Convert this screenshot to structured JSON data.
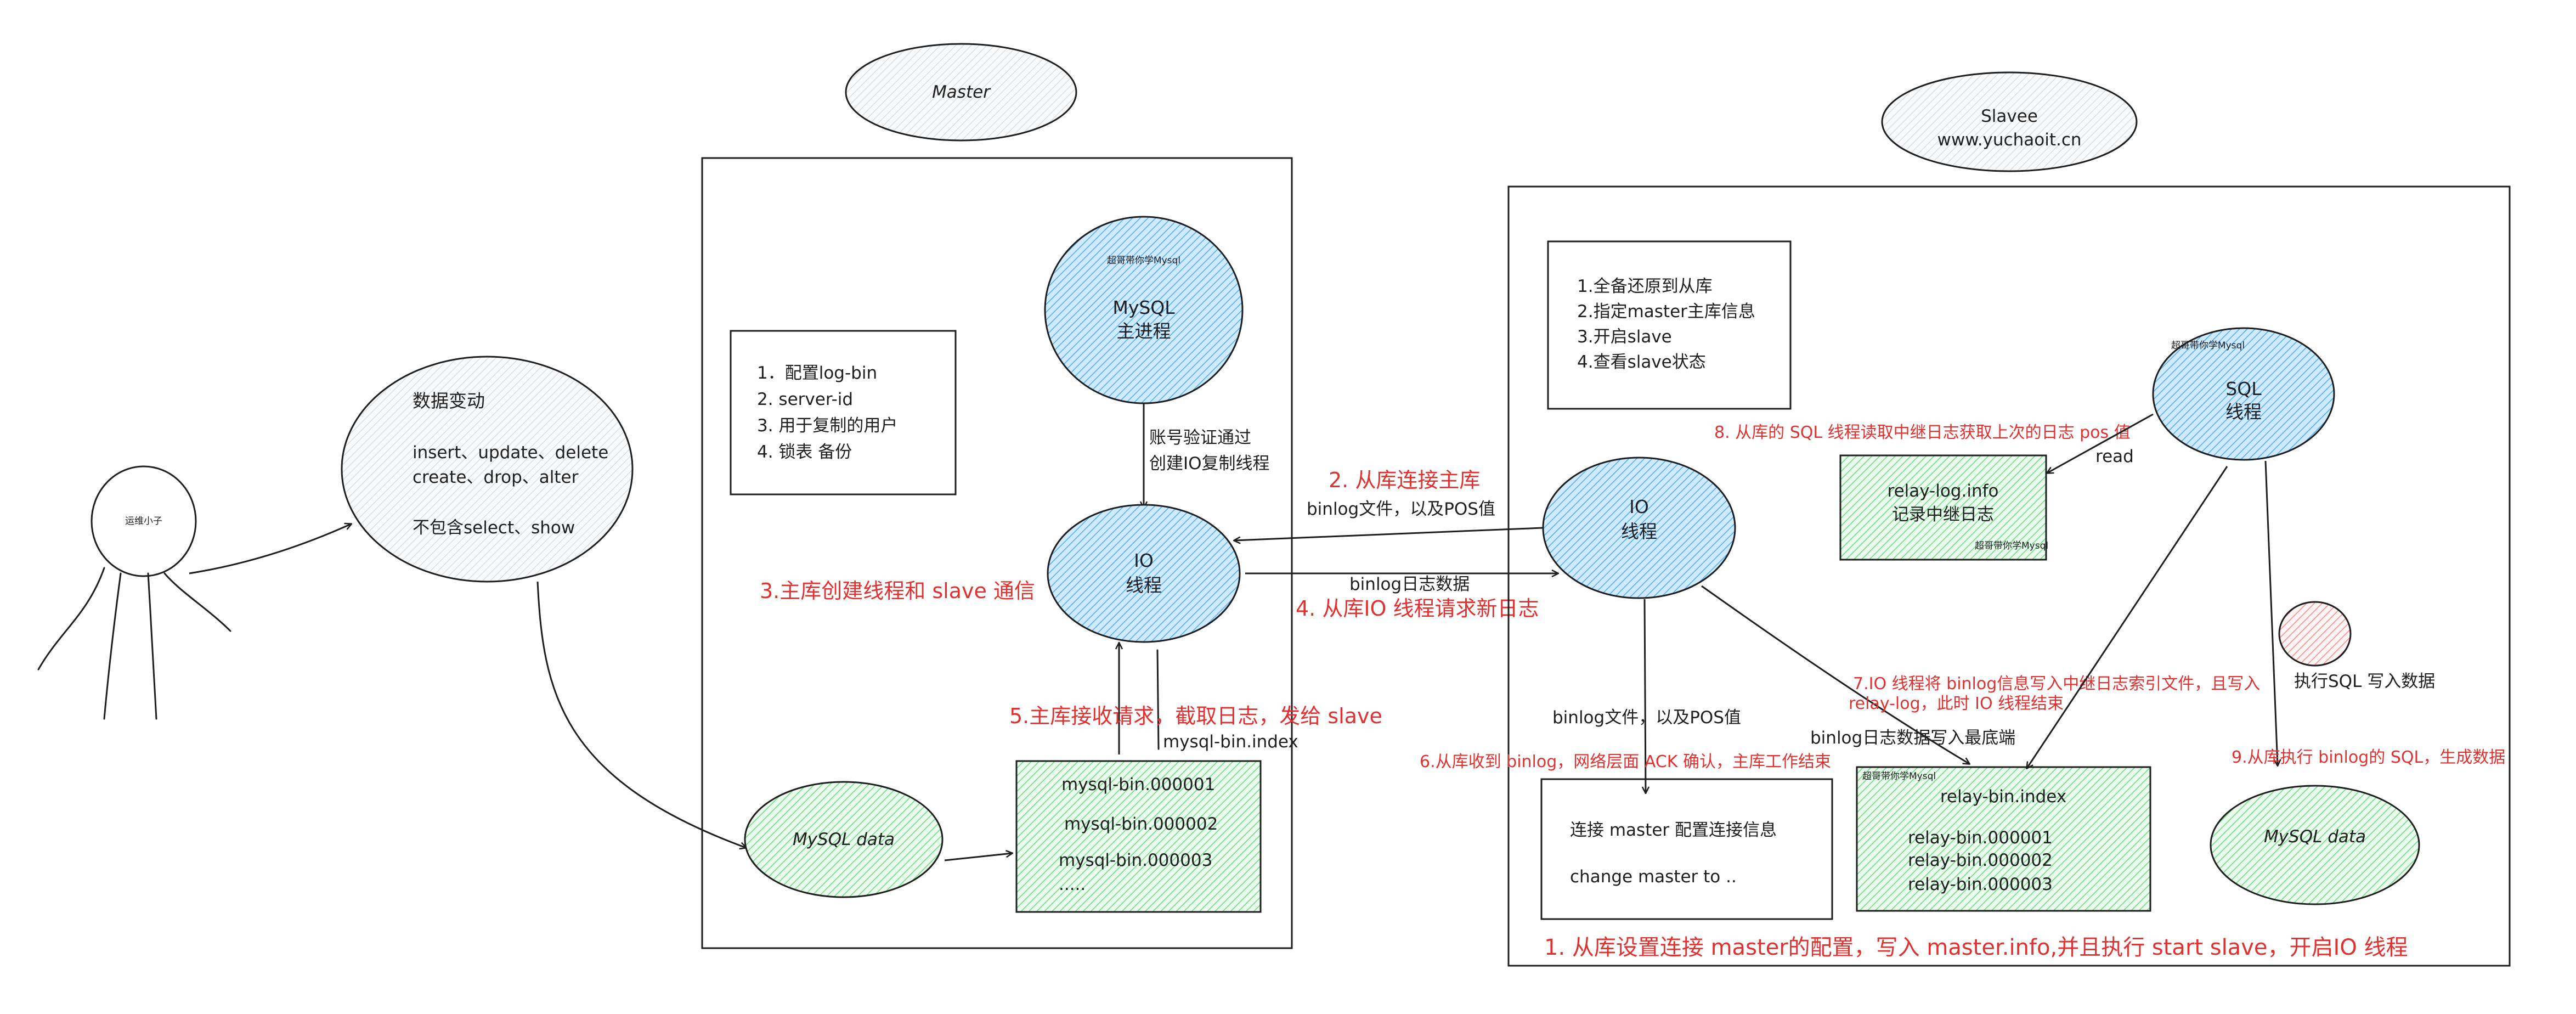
{
  "colors": {
    "accent_red": "#e03131",
    "node_blue": "#a5d8ff",
    "node_green": "#b2f2bb",
    "node_gray": "#e9ecef",
    "node_red": "#ffc9c9",
    "stroke": "#1e1e1e"
  },
  "master": {
    "title": "Master",
    "config_lines": [
      "1．配置log-bin",
      "2. server-id",
      "3. 用于复制的用户",
      "4. 锁表  备份"
    ],
    "mysql_main": {
      "tag": "超哥带你学Mysql",
      "line1": "MySQL",
      "line2": "主进程"
    },
    "io_thread": {
      "line1": "IO",
      "line2": "线程"
    },
    "auth_label": [
      "账号验证通过",
      "创建IO复制线程"
    ],
    "mysql_data": "MySQL data",
    "binlog_index_title": "mysql-bin.index",
    "binlog_files": [
      "mysql-bin.000001",
      "mysql-bin.000002",
      "mysql-bin.000003",
      "....."
    ]
  },
  "client": {
    "user_label": "运维小子",
    "change_title": "数据变动",
    "change_lines": [
      "insert、update、delete",
      "create、drop、alter"
    ],
    "change_note": "不包含select、show"
  },
  "slave": {
    "title": "Slavee",
    "site": "www.yuchaoit.cn",
    "steps": [
      "1.全备还原到从库",
      "2.指定master主库信息",
      "3.开启slave",
      "4.查看slave状态"
    ],
    "io_thread": {
      "line1": "IO",
      "line2": "线程"
    },
    "sql_thread": {
      "tag": "超哥带你学Mysql",
      "line1": "SQL",
      "line2": "线程"
    },
    "relay_info": {
      "line1": "relay-log.info",
      "line2": "记录中继日志",
      "tag": "超哥带你学Mysql"
    },
    "read_label": "read",
    "connect_box": {
      "line1": "连接 master    配置连接信息",
      "line2": "change master to .."
    },
    "relay_index": {
      "tag": "超哥带你学Mysql",
      "title": "relay-bin.index",
      "files": [
        "relay-bin.000001",
        "relay-bin.000002",
        "relay-bin.000003"
      ]
    },
    "exec_label": "执行SQL  写入数据",
    "mysql_data": "MySQL data",
    "binlog_pos_label": "binlog文件，以及POS值",
    "relay_write_label": "binlog日志数据写入最底端"
  },
  "links": {
    "binlog_pos": "binlog文件，以及POS值",
    "binlog_data": "binlog日志数据"
  },
  "steps": {
    "s1": "1. 从库设置连接 master的配置，写入 master.info,并且执行 start slave，开启IO 线程",
    "s2": "2. 从库连接主库",
    "s3": "3.主库创建线程和 slave 通信",
    "s4": "4. 从库IO 线程请求新日志",
    "s5": "5.主库接收请求，截取日志，发给 slave",
    "s6": "6.从库收到 binlog，网络层面 ACK 确认，主库工作结束",
    "s7_line1": "7.IO 线程将 binlog信息写入中继日志索引文件，且写入",
    "s7_line2": "relay-log，此时 IO 线程结束",
    "s8": "8. 从库的 SQL 线程读取中继日志获取上次的日志 pos 值",
    "s9": "9.从库执行 binlog的 SQL，生成数据"
  }
}
